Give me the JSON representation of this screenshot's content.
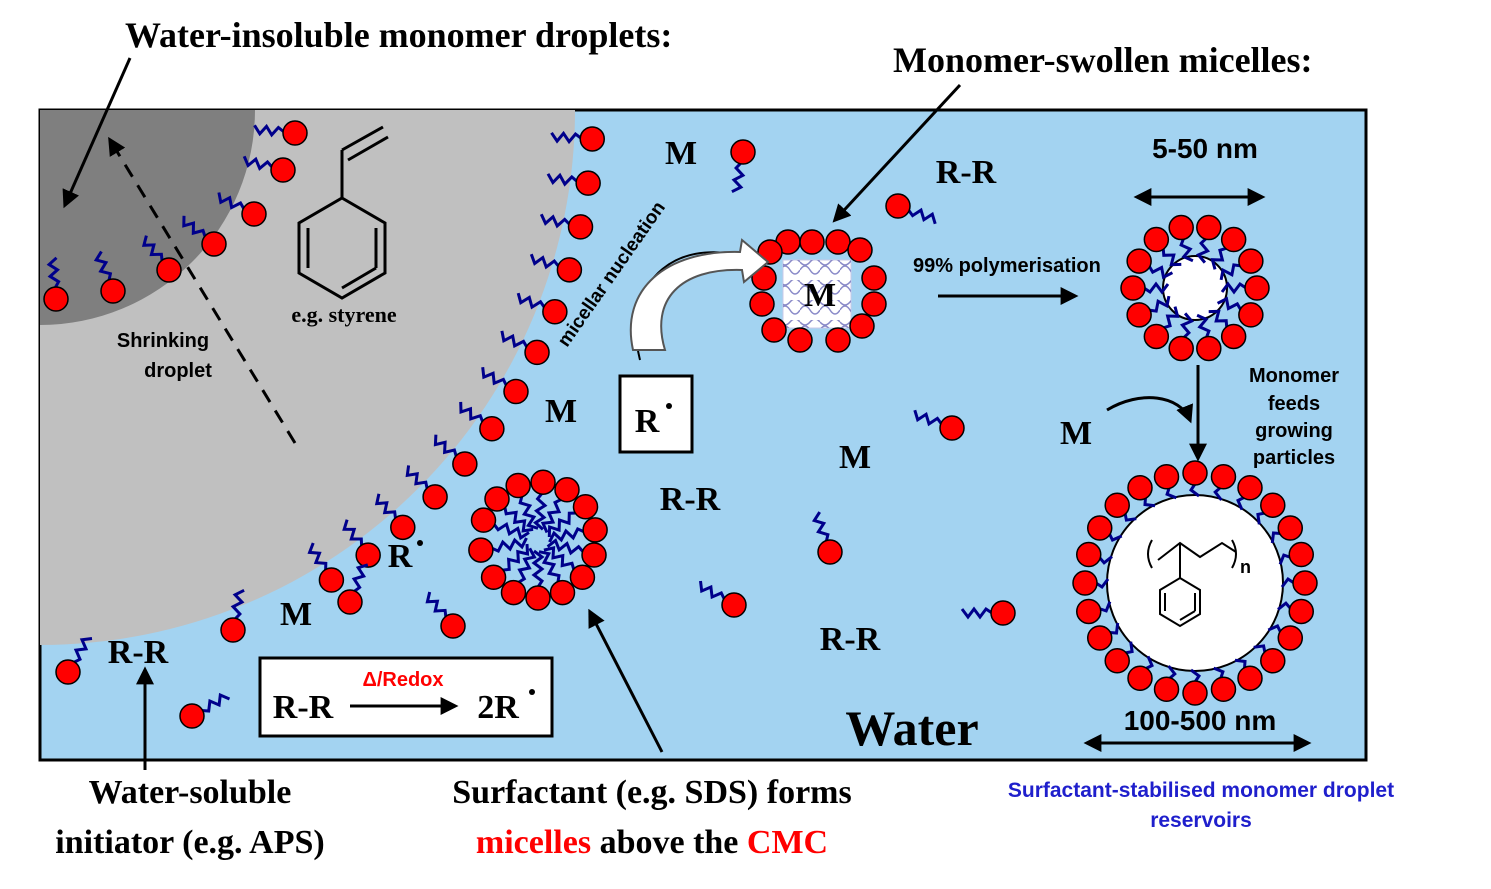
{
  "titles": {
    "droplets": "Water-insoluble monomer droplets:",
    "micelles": "Monomer-swollen micelles:"
  },
  "labels": {
    "size_small": "5-50 nm",
    "size_large": "100-500 nm",
    "water": "Water",
    "styrene": "e.g. styrene",
    "shrinking_1": "Shrinking",
    "shrinking_2": "droplet",
    "nucleation": "micellar nucleation",
    "polymerisation": "99% polymerisation",
    "feeds_1": "Monomer",
    "feeds_2": "feeds",
    "feeds_3": "growing",
    "feeds_4": "particles",
    "monomer": "M",
    "dimer": "R-R",
    "radical": "R",
    "two_radical": "2R",
    "redox": "Δ/Redox",
    "poly_n": "n"
  },
  "bottom": {
    "initiator_1": "Water-soluble",
    "initiator_2": "initiator (e.g. APS)",
    "surfactant_1": "Surfactant (e.g. SDS) forms",
    "surfactant_2a": "micelles",
    "surfactant_2b": " above the ",
    "surfactant_2c": "CMC",
    "reservoir_1": "Surfactant-stabilised monomer droplet",
    "reservoir_2": "reservoirs"
  },
  "colors": {
    "water": "#a3d3f1",
    "droplet_outer": "#c0c0c0",
    "droplet_inner": "#7f7f7f",
    "head": "#ff0000",
    "tail": "#00008b",
    "highlight": "#ff0000",
    "blue_text": "#1f1fcc"
  }
}
